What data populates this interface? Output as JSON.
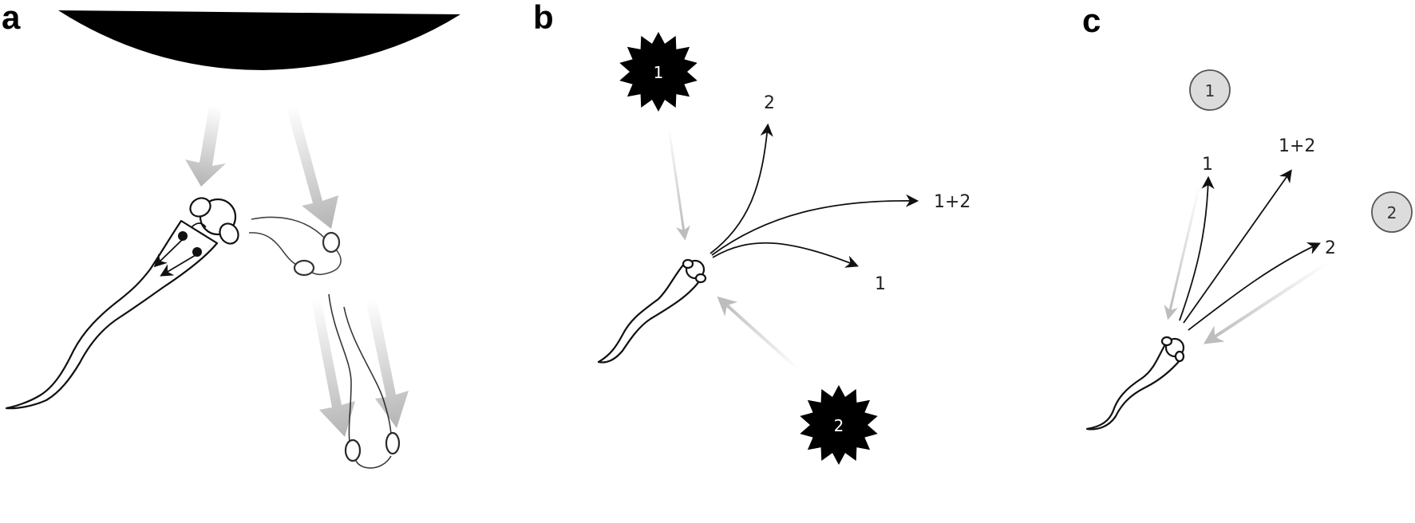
{
  "panels": {
    "a": {
      "label": "a"
    },
    "b": {
      "label": "b",
      "stimuli": [
        {
          "label": "1"
        },
        {
          "label": "2"
        }
      ],
      "responses": [
        {
          "label": "2"
        },
        {
          "label": "1+2"
        },
        {
          "label": "1"
        }
      ]
    },
    "c": {
      "label": "c",
      "stimuli": [
        {
          "label": "1"
        },
        {
          "label": "2"
        }
      ],
      "responses": [
        {
          "label": "1"
        },
        {
          "label": "1+2"
        },
        {
          "label": "2"
        }
      ]
    }
  },
  "colors": {
    "ink": "#111111",
    "stimulus_arrow": "#b8b8b8",
    "circle_fill": "#dcdcdc"
  }
}
